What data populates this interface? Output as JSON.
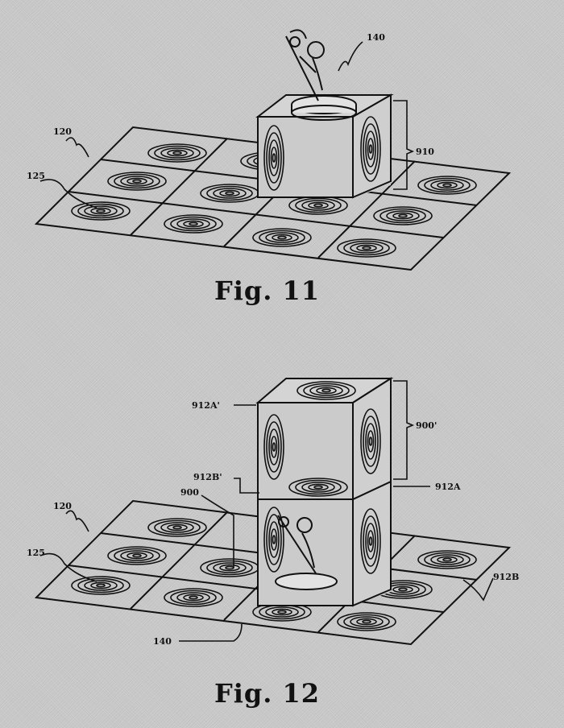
{
  "figures": [
    {
      "caption": "Fig. 11",
      "labels": {
        "robot": "140",
        "mat": "120",
        "tile": "125",
        "cube": "910"
      }
    },
    {
      "caption": "Fig. 12",
      "labels": {
        "top_face_prime": "912A'",
        "stack_prime": "900'",
        "bottom_face_prime": "912B'",
        "cube": "900",
        "top_face": "912A",
        "mat": "120",
        "tile": "125",
        "bottom_face": "912B",
        "robot": "140"
      }
    }
  ]
}
